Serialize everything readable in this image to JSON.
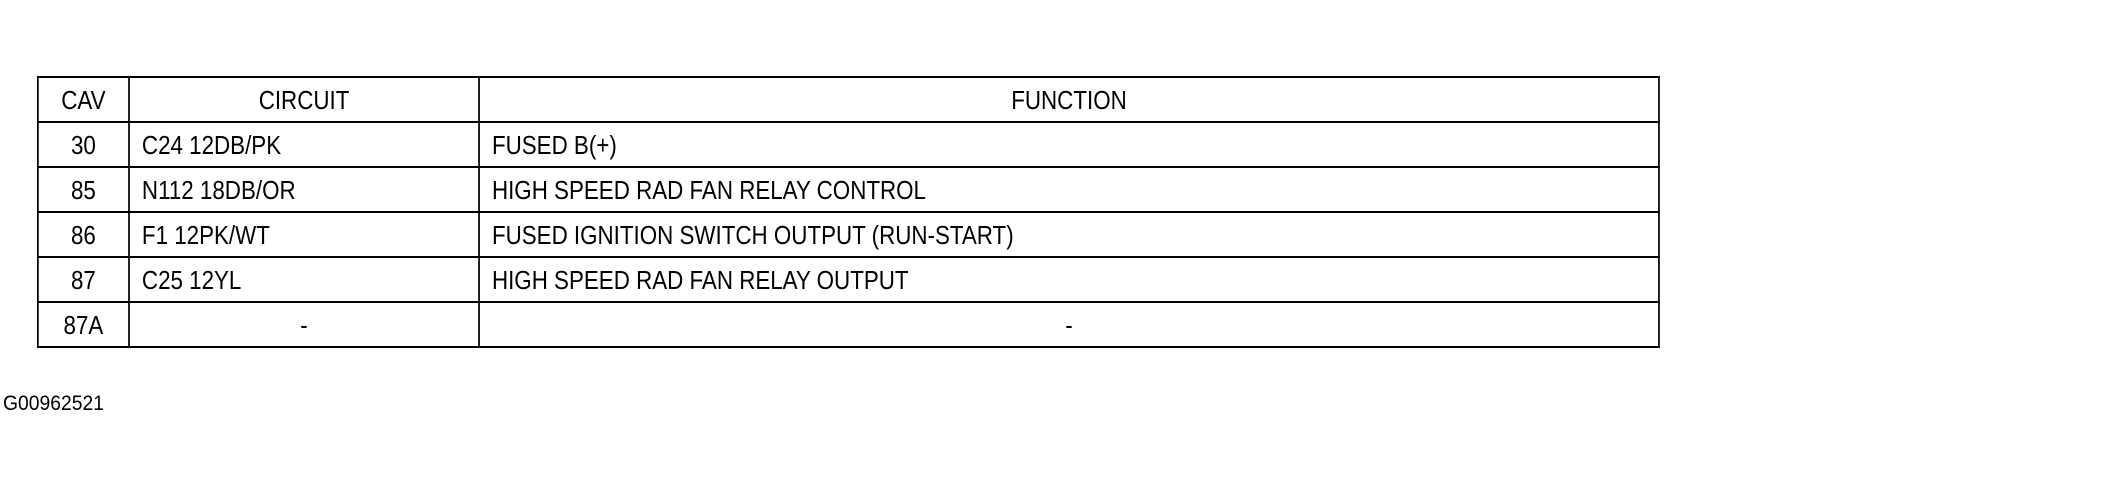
{
  "table": {
    "headers": {
      "cav": "CAV",
      "circuit": "CIRCUIT",
      "function": "FUNCTION"
    },
    "rows": [
      {
        "cav": "30",
        "circuit": "C24 12DB/PK",
        "function": "FUSED B(+)"
      },
      {
        "cav": "85",
        "circuit": "N112 18DB/OR",
        "function": "HIGH SPEED RAD FAN RELAY CONTROL"
      },
      {
        "cav": "86",
        "circuit": "F1 12PK/WT",
        "function": "FUSED IGNITION SWITCH OUTPUT (RUN-START)"
      },
      {
        "cav": "87",
        "circuit": "C25 12YL",
        "function": "HIGH SPEED RAD FAN RELAY OUTPUT"
      },
      {
        "cav": "87A",
        "circuit": "-",
        "function": "-"
      }
    ]
  },
  "figure_id": "G00962521"
}
